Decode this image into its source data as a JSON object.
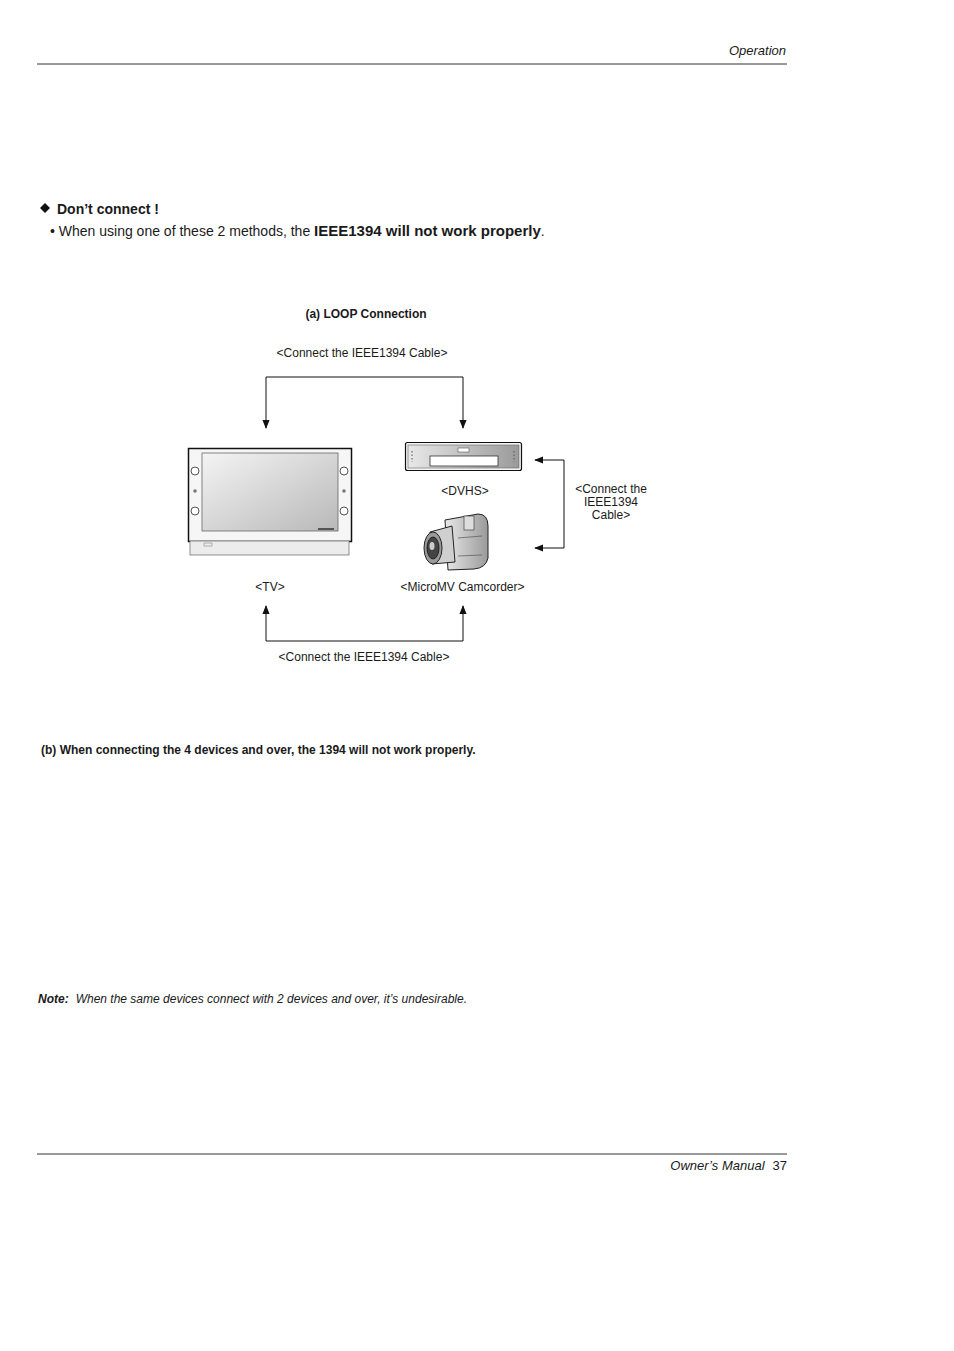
{
  "diagram": {
    "title": "(a) LOOP Connection",
    "nodes": [
      {
        "text": [
          "<TV>"
        ]
      },
      {
        "text": [
          "<DVHS>"
        ]
      },
      {
        "text": [
          "<MicroMV Camcorder>"
        ]
      }
    ],
    "edges": [
      {
        "from": 0,
        "to": 1,
        "arrow": "both",
        "label": "<Connect the IEEE1394 Cable>"
      },
      {
        "from": 1,
        "to": 2,
        "arrow": "both",
        "label": "<Connect the IEEE1394 Cable>"
      },
      {
        "from": 0,
        "to": 2,
        "arrow": "both",
        "label": "<Connect the IEEE1394 Cable>"
      }
    ],
    "labels": [
      "Operation",
      "Don’t connect !",
      "• When using one of these  2 methods, the",
      "IEEE1394 will not work properly",
      ".",
      "(b) When connecting the 4 devices and over,  the 1394 will not work properly.",
      "Note:",
      "When the same devices connect with 2 devices and over, it’s undesirable.",
      "Owner’s Manual",
      "37"
    ]
  }
}
